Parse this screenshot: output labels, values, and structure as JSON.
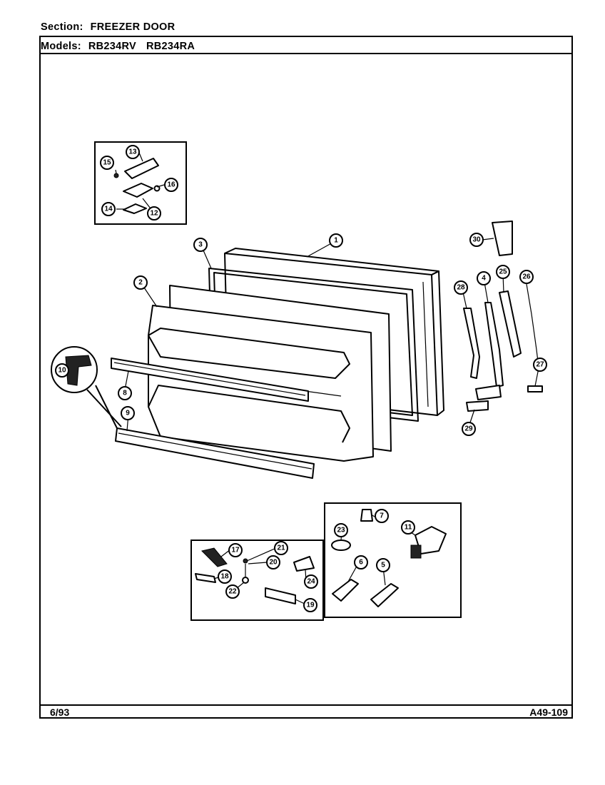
{
  "header": {
    "section_label": "Section:",
    "section_value": "FREEZER DOOR",
    "models_label": "Models:",
    "models": [
      "RB234RV",
      "RB234RA"
    ]
  },
  "footer": {
    "date": "6/93",
    "code": "A49-109"
  },
  "callouts": [
    "1",
    "2",
    "3",
    "4",
    "5",
    "6",
    "7",
    "8",
    "9",
    "10",
    "11",
    "12",
    "13",
    "14",
    "15",
    "16",
    "17",
    "18",
    "19",
    "20",
    "21",
    "22",
    "23",
    "24",
    "25",
    "26",
    "27",
    "28",
    "29",
    "30"
  ]
}
